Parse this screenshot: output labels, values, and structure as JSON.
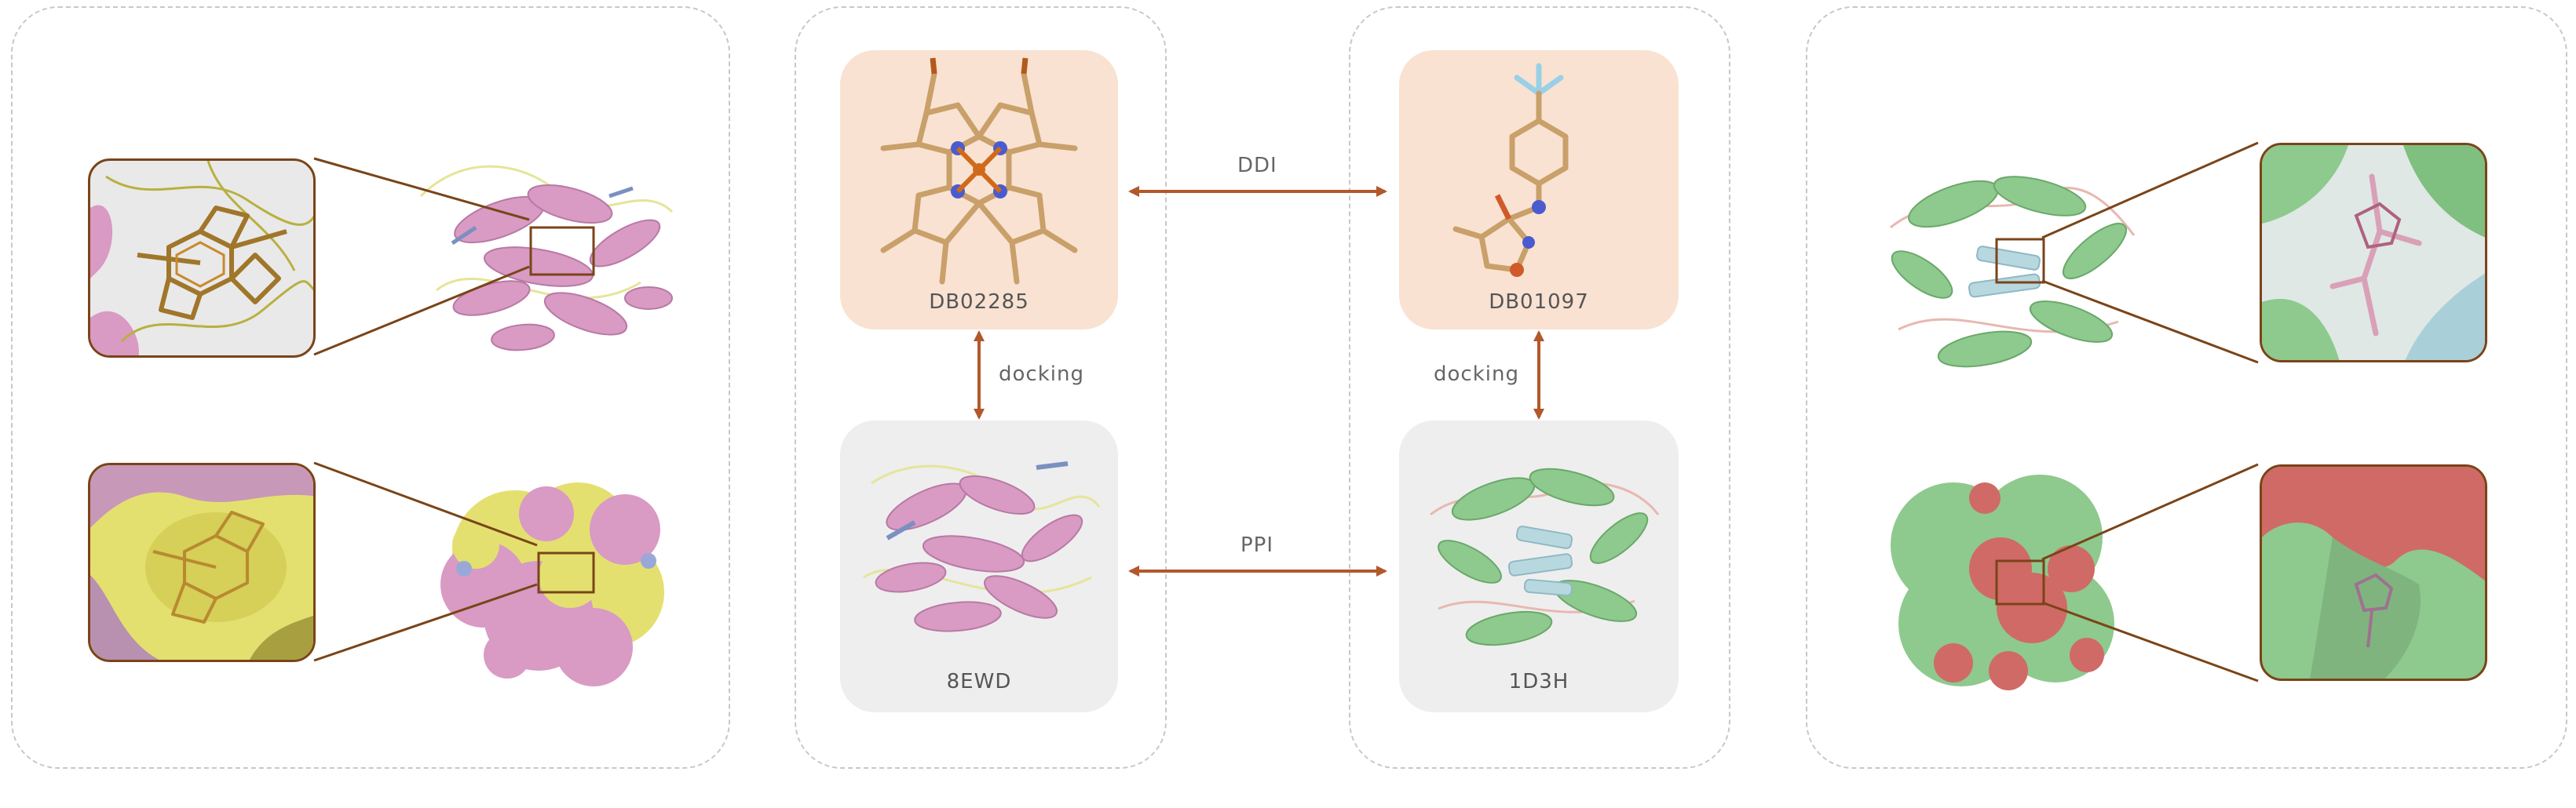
{
  "nodes": {
    "drug_a": "DB02285",
    "drug_b": "DB01097",
    "protein_a": "8EWD",
    "protein_b": "1D3H"
  },
  "edges": {
    "ddi": "DDI",
    "ppi": "PPI",
    "docking_left": "docking",
    "docking_right": "docking"
  },
  "colors": {
    "drug_tile": "#f9e2d2",
    "protein_tile": "#eeeeee",
    "arrow": "#b2582a",
    "zoom_frame": "#7a4418",
    "protein_pink": "#d99ac4",
    "surface_yellow": "#e3e070",
    "protein_green": "#8ec98e",
    "surface_red": "#d06a66"
  }
}
